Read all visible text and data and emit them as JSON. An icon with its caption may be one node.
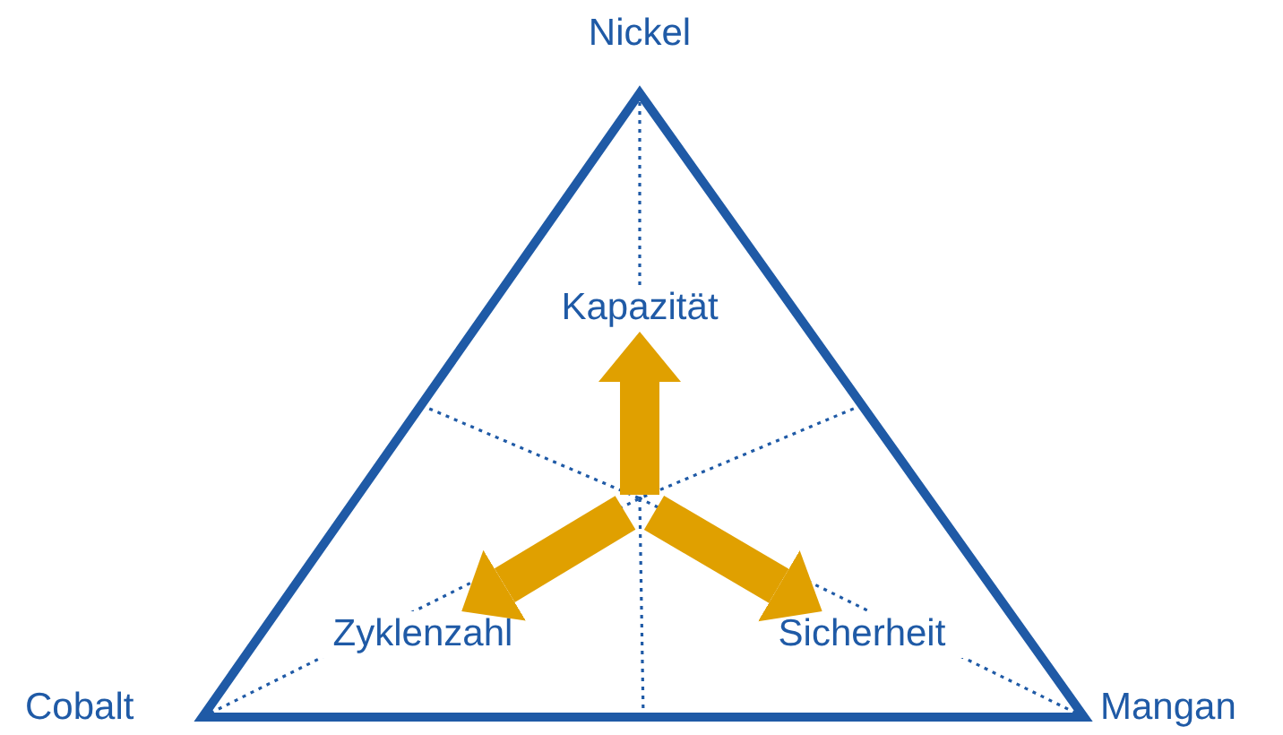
{
  "diagram": {
    "nodes": [
      {
        "text": [],
        "shape": "triangle"
      },
      {
        "text": [
          "Kapazität"
        ],
        "in": 0
      },
      {
        "text": [
          "Zyklenzahl"
        ],
        "in": 0
      },
      {
        "text": [
          "Sicherheit"
        ],
        "in": 0
      }
    ],
    "edges": [
      {
        "from": null,
        "to": 1,
        "arrow": "to"
      },
      {
        "from": null,
        "to": 2,
        "arrow": "to"
      },
      {
        "from": null,
        "to": 3,
        "arrow": "to"
      }
    ],
    "labels": [
      "Nickel",
      "Cobalt",
      "Mangan"
    ]
  }
}
